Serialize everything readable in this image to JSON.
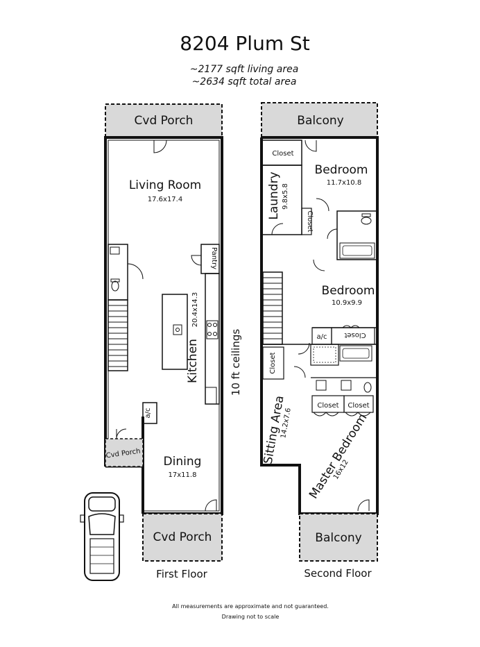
{
  "title": "8204 Plum St",
  "living_area": "~2177 sqft living area",
  "total_area": "~2634 sqft total area",
  "first_floor": {
    "label": "First Floor",
    "porch_top": "Cvd Porch",
    "porch_bottom": "Cvd Porch",
    "porch_side": "Cvd Porch",
    "living_room": {
      "name": "Living Room",
      "dim": "17.6x17.4"
    },
    "pantry": "Pantry",
    "kitchen": {
      "name": "Kitchen",
      "dim": "20.4x14.3"
    },
    "ac": "a/c",
    "dining": {
      "name": "Dining",
      "dim": "17x11.8"
    },
    "ceilings": "10 ft ceilings"
  },
  "second_floor": {
    "label": "Second Floor",
    "balcony_top": "Balcony",
    "balcony_bottom": "Balcony",
    "closet_top": "Closet",
    "bedroom1": {
      "name": "Bedroom",
      "dim": "11.7x10.8"
    },
    "laundry": {
      "name": "Laundry",
      "dim": "9.8x5.8"
    },
    "closet_laundry": "Closet",
    "bedroom2": {
      "name": "Bedroom",
      "dim": "10.9x9.9"
    },
    "ac": "a/c",
    "closet_bed2": "Closet",
    "closet_left": "Closet",
    "closet_m1": "Closet",
    "closet_m2": "Closet",
    "sitting": {
      "name": "Sitting Area",
      "dim": "14.2x7.6"
    },
    "master": {
      "name": "Master Bedroom",
      "dim": "16x12"
    }
  },
  "disclaimer": "All measurements are approximate and not guaranteed.",
  "scale_note": "Drawing not to scale"
}
